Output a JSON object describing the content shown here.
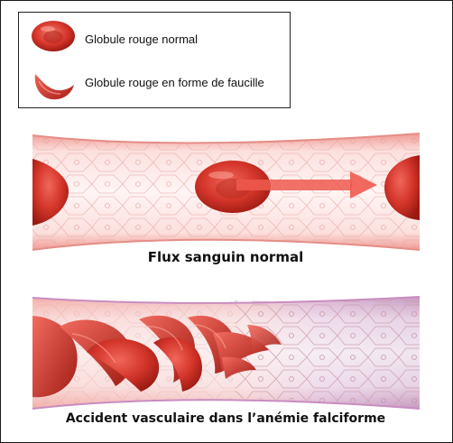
{
  "legend": {
    "normal_label": "Globule rouge normal",
    "sickle_label": "Globule rouge en forme de faucille"
  },
  "panels": {
    "normal_caption": "Flux sanguin normal",
    "sickle_caption": "Accident vasculaire dans l’anémie falciforme"
  },
  "colors": {
    "cell_red": "#d83a2e",
    "vessel_pink": "#f6c9c4",
    "vessel_purple": "#b98ab3",
    "arrow_red": "#ef5a4f"
  }
}
